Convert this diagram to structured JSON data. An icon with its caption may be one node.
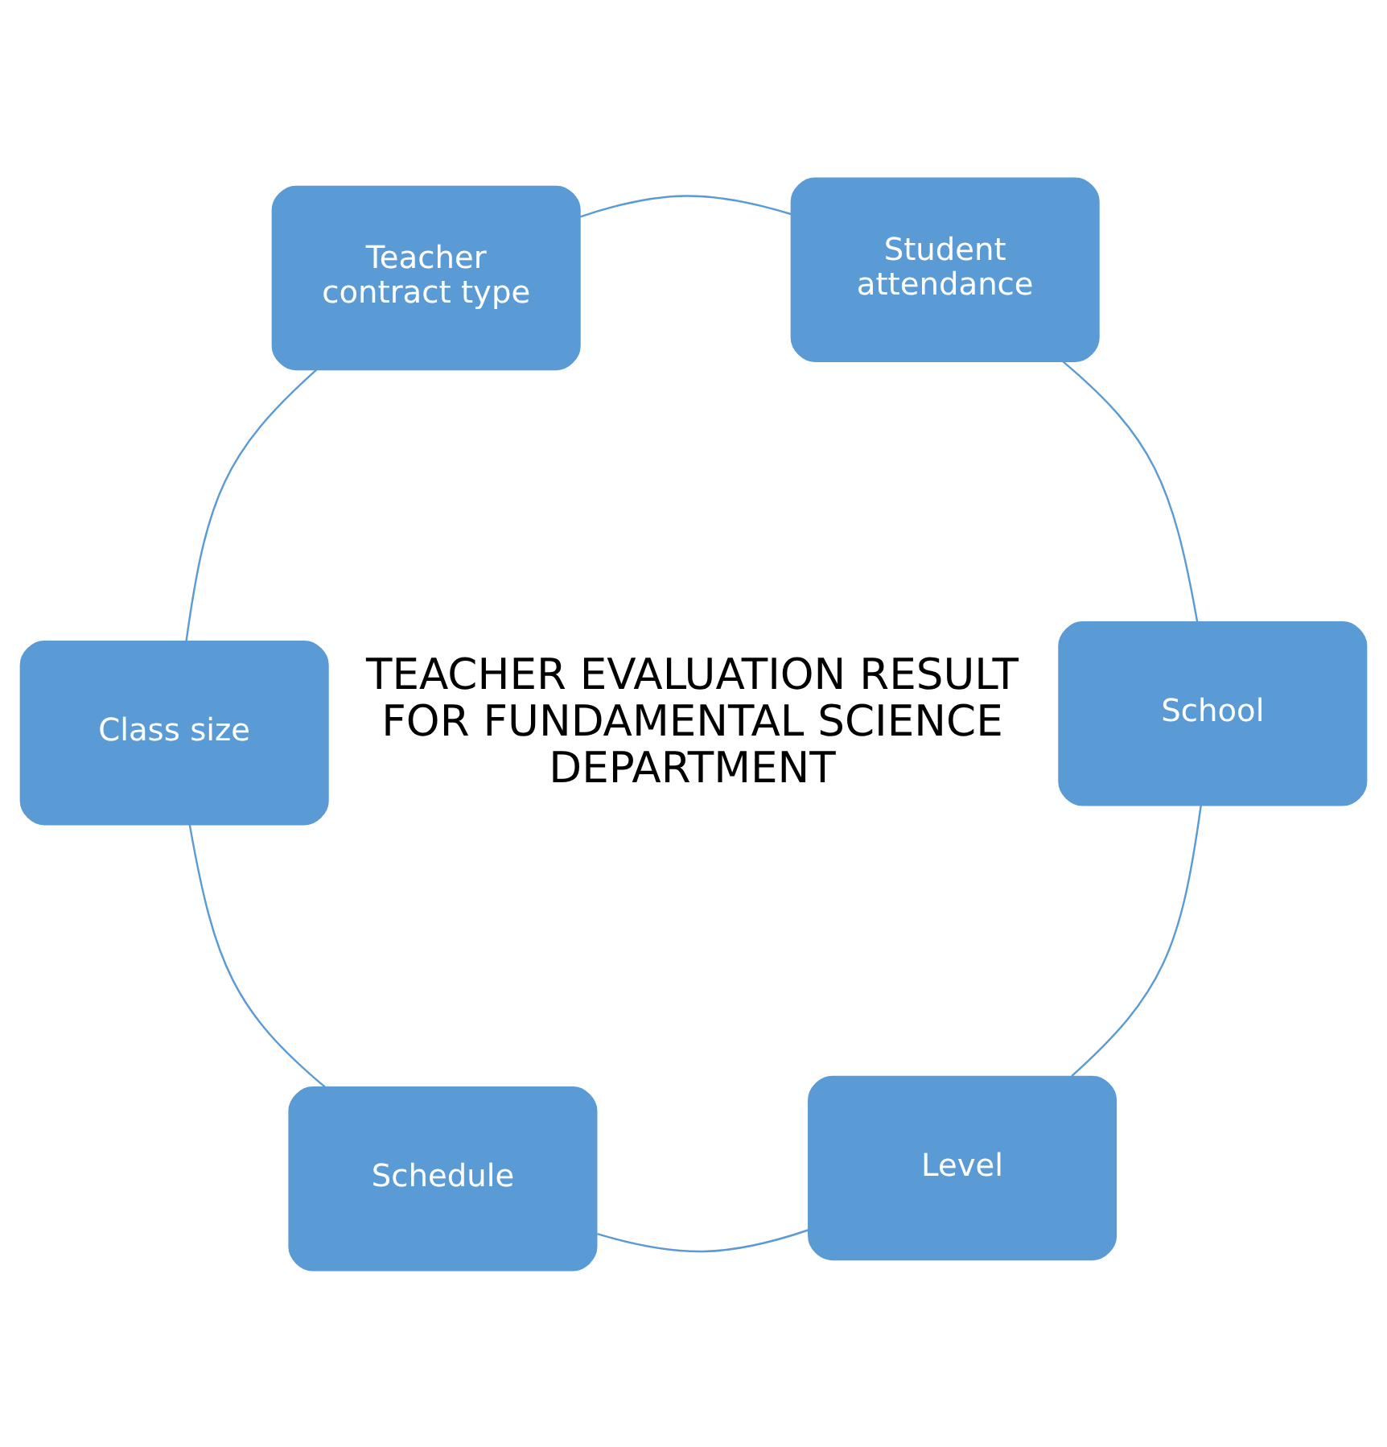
{
  "diagram": {
    "nodes": [
      {
        "text": [
          "Class size"
        ]
      },
      {
        "text": [
          "Schedule"
        ]
      },
      {
        "text": [
          "Level"
        ]
      },
      {
        "text": [
          "School"
        ]
      },
      {
        "text": [
          "Student attendance"
        ]
      },
      {
        "text": [
          "Teacher contract type"
        ]
      }
    ],
    "edges": [
      {
        "from": 0,
        "to": 1,
        "arrow": "none"
      },
      {
        "from": 1,
        "to": 2,
        "arrow": "none"
      },
      {
        "from": 2,
        "to": 3,
        "arrow": "none"
      },
      {
        "from": 3,
        "to": 4,
        "arrow": "none"
      },
      {
        "from": 4,
        "to": 5,
        "arrow": "none"
      },
      {
        "from": 5,
        "to": 0,
        "arrow": "none"
      }
    ],
    "labels": [
      "TEACHER EVALUATION RESULT FOR FUNDAMENTAL SCIENCE DEPARTMENT"
    ]
  }
}
